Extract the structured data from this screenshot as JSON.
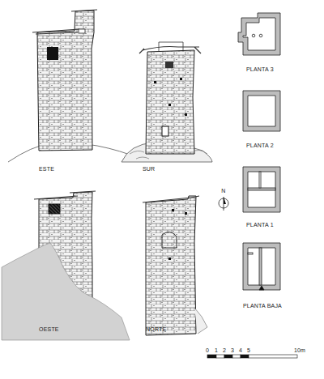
{
  "diagram": {
    "labels": [
      "ESTE",
      "SUR",
      "OESTE",
      "NORTE",
      "PLANTA 3",
      "PLANTA 2",
      "PLANTA 1",
      "PLANTA BAJA",
      "N",
      "0",
      "1",
      "2",
      "3",
      "4",
      "5",
      "10m"
    ]
  }
}
